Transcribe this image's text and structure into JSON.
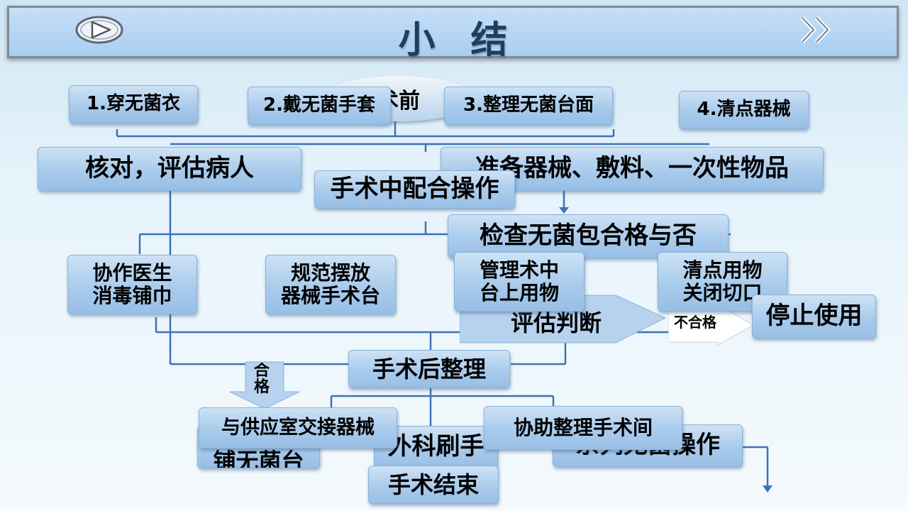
{
  "header": {
    "title": "小结",
    "play_icon": "play-icon",
    "next_icon": "double-chevron-right-icon"
  },
  "diagram": {
    "root_label": "术前",
    "top_items": [
      "1.穿无菌衣",
      "2.戴无菌手套",
      "3.整理无菌台面",
      "4.清点器械"
    ],
    "row2_left": "核对，评估病人",
    "row2_right": "准备器械、敷料、一次性物品",
    "intra_op": "手术中配合操作",
    "check_pack": "检查无菌包合格与否",
    "assist_doctor": "协作医生\n消毒铺巾",
    "arrange_instruments": "规范摆放\n器械手术台",
    "manage_items": "管理术中\n台上用物",
    "count_close": "清点用物\n关闭切口",
    "evaluate": "评估判断",
    "unqualified": "不合格",
    "stop_use": "停止使用",
    "qualified": "合格",
    "post_op": "手术后整理",
    "handover": "与供应室交接器械",
    "assist_clean": "协助整理手术间",
    "spread_table": "铺无菌台",
    "scrub": "外科刷手",
    "series_aseptic": "系列无菌操作",
    "surgery_end": "手术结束"
  },
  "colors": {
    "header_bg": "#a9cdf2",
    "title": "#1c3e60",
    "box": "#a9cbec",
    "connector": "#3d72b8"
  }
}
